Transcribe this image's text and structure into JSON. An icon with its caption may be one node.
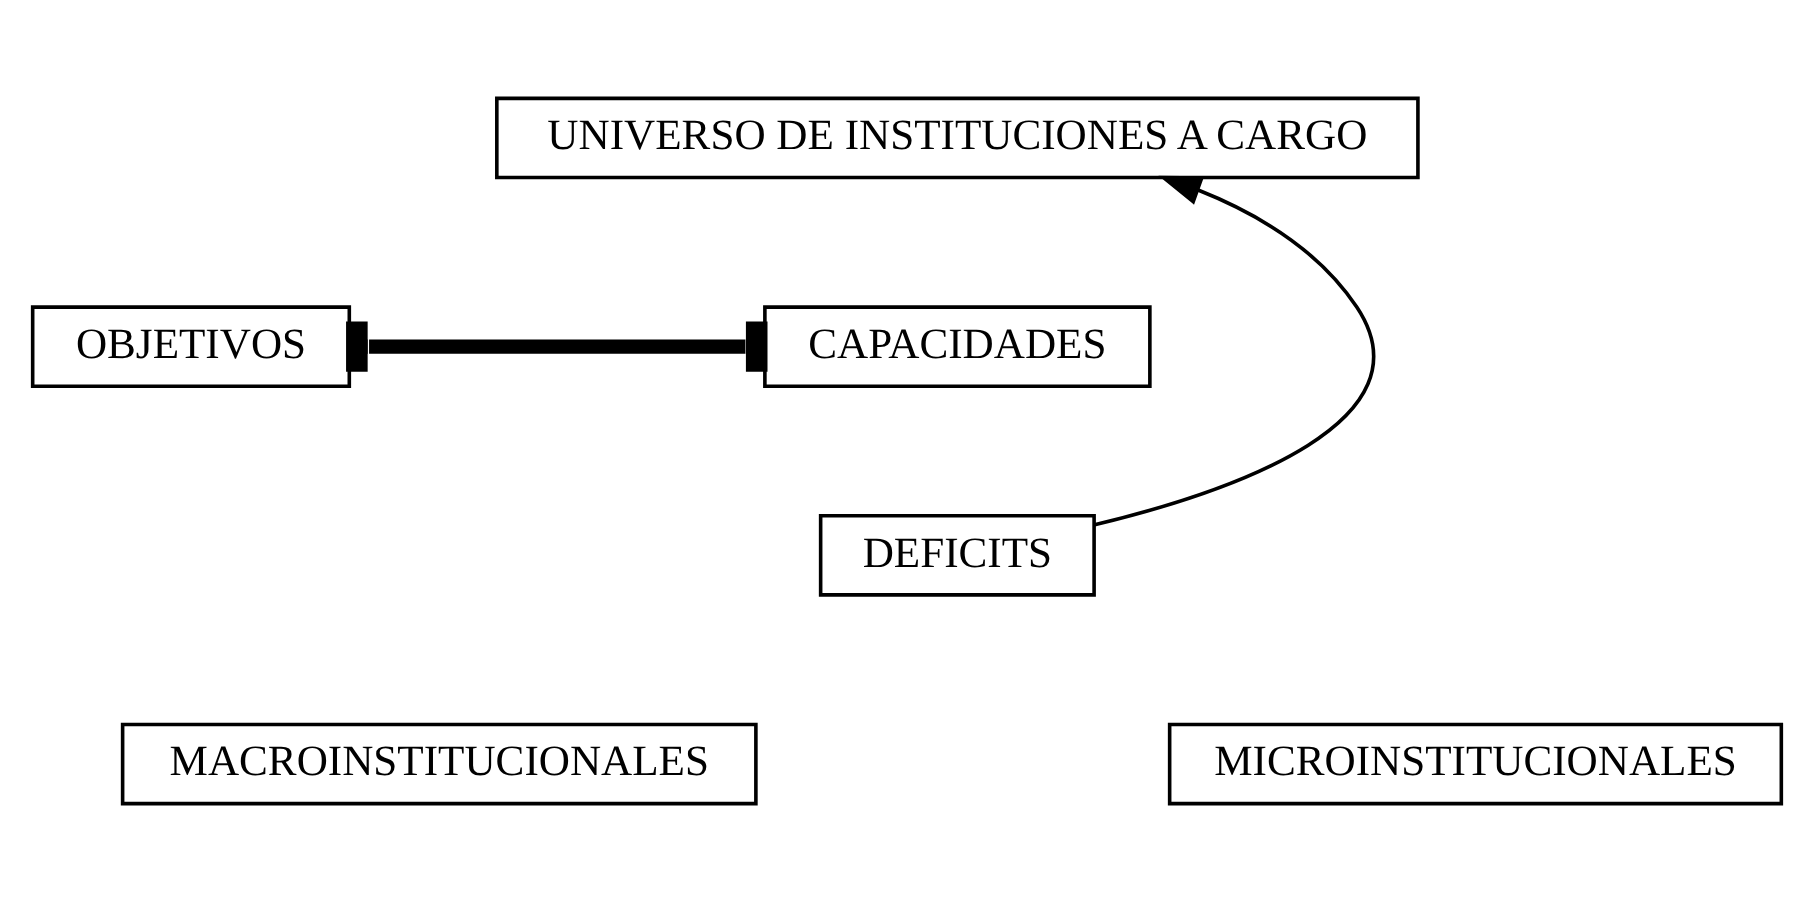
{
  "diagram": {
    "nodes": [
      {
        "text": [
          "UNIVERSO DE INSTITUCIONES A CARGO"
        ]
      },
      {
        "text": [
          "OBJETIVOS"
        ]
      },
      {
        "text": [
          "CAPACIDADES"
        ]
      },
      {
        "text": [
          "DEFICITS"
        ]
      },
      {
        "text": [
          "MACROINSTITUCIONALES"
        ]
      },
      {
        "text": [
          "MICROINSTITUCIONALES"
        ]
      }
    ],
    "edges": [
      {
        "from": 1,
        "to": 2,
        "arrow": "other",
        "style": "thick"
      },
      {
        "from": 3,
        "to": 0,
        "arrow": "to"
      }
    ]
  }
}
